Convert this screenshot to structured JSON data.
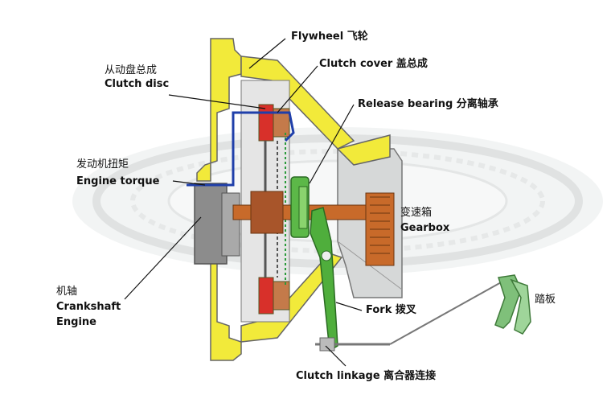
{
  "labels": {
    "flywheel": "Flywheel 飞轮",
    "clutch_cover": "Clutch cover  盖总成",
    "clutch_disc_cn": "从动盘总成",
    "clutch_disc_en": "Clutch disc",
    "release_bearing": "Release bearing  分离轴承",
    "engine_torque_cn": "发动机扭矩",
    "engine_torque_en": "Engine torque",
    "gearbox_cn": "变速箱",
    "gearbox_en": "Gearbox",
    "crankshaft_cn": "机轴",
    "crankshaft_en": "Crankshaft",
    "engine_en": "Engine",
    "fork": "Fork 拨叉",
    "pedal": "踏板",
    "clutch_linkage": "Clutch linkage  离合器连接"
  },
  "colors": {
    "housing_yellow": "#f2ea3a",
    "fork_green": "#4fae3c",
    "bearing_green": "#5cb848",
    "shaft_orange": "#c86a2a",
    "spring_red": "#d8302a",
    "torque_blue": "#1f3faa",
    "crank_gray": "#8c8c8c"
  }
}
